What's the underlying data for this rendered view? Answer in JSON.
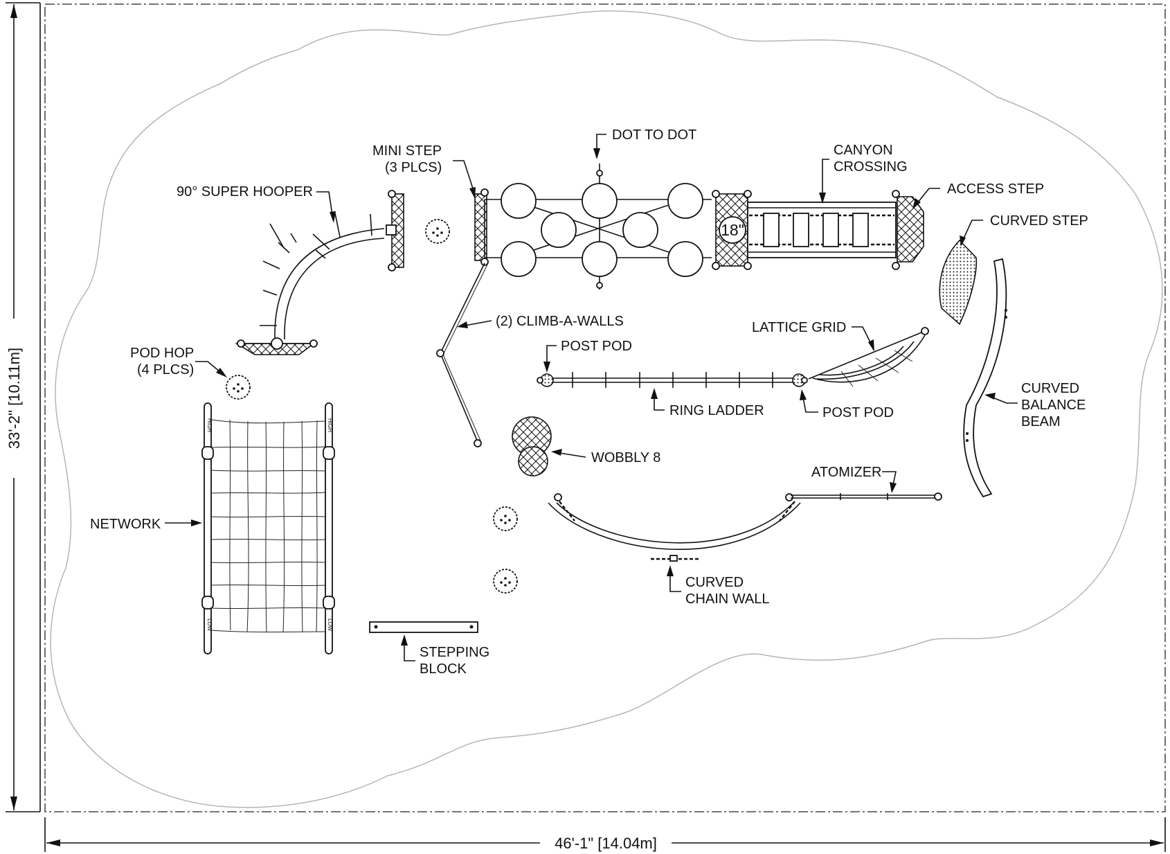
{
  "dimensions": {
    "width": "46'-1\" [14.04m]",
    "height": "33'-2\" [10.11m]"
  },
  "labels": {
    "dot_to_dot": "DOT TO DOT",
    "mini_step_1": "MINI STEP",
    "mini_step_2": "(3 PLCS)",
    "canyon_crossing_1": "CANYON",
    "canyon_crossing_2": "CROSSING",
    "access_step": "ACCESS STEP",
    "curved_step": "CURVED STEP",
    "super_hooper": "90° SUPER HOOPER",
    "deck_height": "18\"",
    "climb_a_walls": "(2) CLIMB-A-WALLS",
    "lattice_grid": "LATTICE GRID",
    "post_pod_top": "POST POD",
    "post_pod_bottom": "POST POD",
    "ring_ladder": "RING LADDER",
    "pod_hop_1": "POD HOP",
    "pod_hop_2": "(4 PLCS)",
    "curved_balance_beam_1": "CURVED",
    "curved_balance_beam_2": "BALANCE",
    "curved_balance_beam_3": "BEAM",
    "wobbly_8": "WOBBLY 8",
    "network": "NETWORK",
    "atomizer": "ATOMIZER",
    "curved_chain_wall_1": "CURVED",
    "curved_chain_wall_2": "CHAIN WALL",
    "stepping_block_1": "STEPPING",
    "stepping_block_2": "BLOCK",
    "net_high_1": "HIGH",
    "net_high_2": "HIGH",
    "net_low_1": "LOW",
    "net_low_2": "LOW"
  }
}
